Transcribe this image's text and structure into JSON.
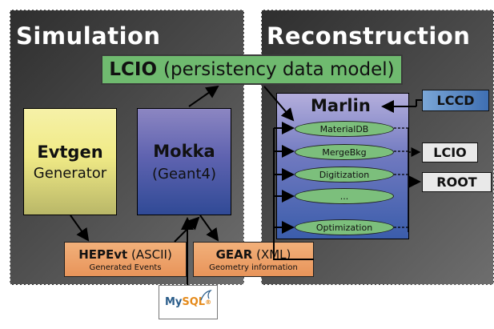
{
  "panels": {
    "simulation_title": "Simulation",
    "reconstruction_title": "Reconstruction"
  },
  "lcio_banner": {
    "name": "LCIO",
    "description": "(persistency data model)"
  },
  "evtgen": {
    "name": "Evtgen",
    "role": "Generator"
  },
  "mokka": {
    "name": "Mokka",
    "engine": "(Geant4)"
  },
  "hepevt": {
    "name": "HEPEvt",
    "format": "(ASCII)",
    "caption": "Generated Events"
  },
  "gear": {
    "name": "GEAR",
    "format": "(XML)",
    "caption": "Geometry information"
  },
  "marlin": {
    "title": "Marlin",
    "processors": [
      "MaterialDB",
      "MergeBkg",
      "Digitization",
      "...",
      "Optimization"
    ]
  },
  "outputs": {
    "lccd": "LCCD",
    "lcio": "LCIO",
    "root": "ROOT"
  },
  "mysql": {
    "my": "My",
    "sql": "SQL",
    "trademark": "®"
  },
  "colors": {
    "panel_dark": "#3c3c3c",
    "lcio_green": "#6fba6f",
    "evtgen_yellow": "#f0ea86",
    "mokka_blue": "#5f63b0",
    "orange_box": "#e8945a",
    "processor_green": "#7cbf7c",
    "lccd_blue": "#3f6fb2"
  }
}
